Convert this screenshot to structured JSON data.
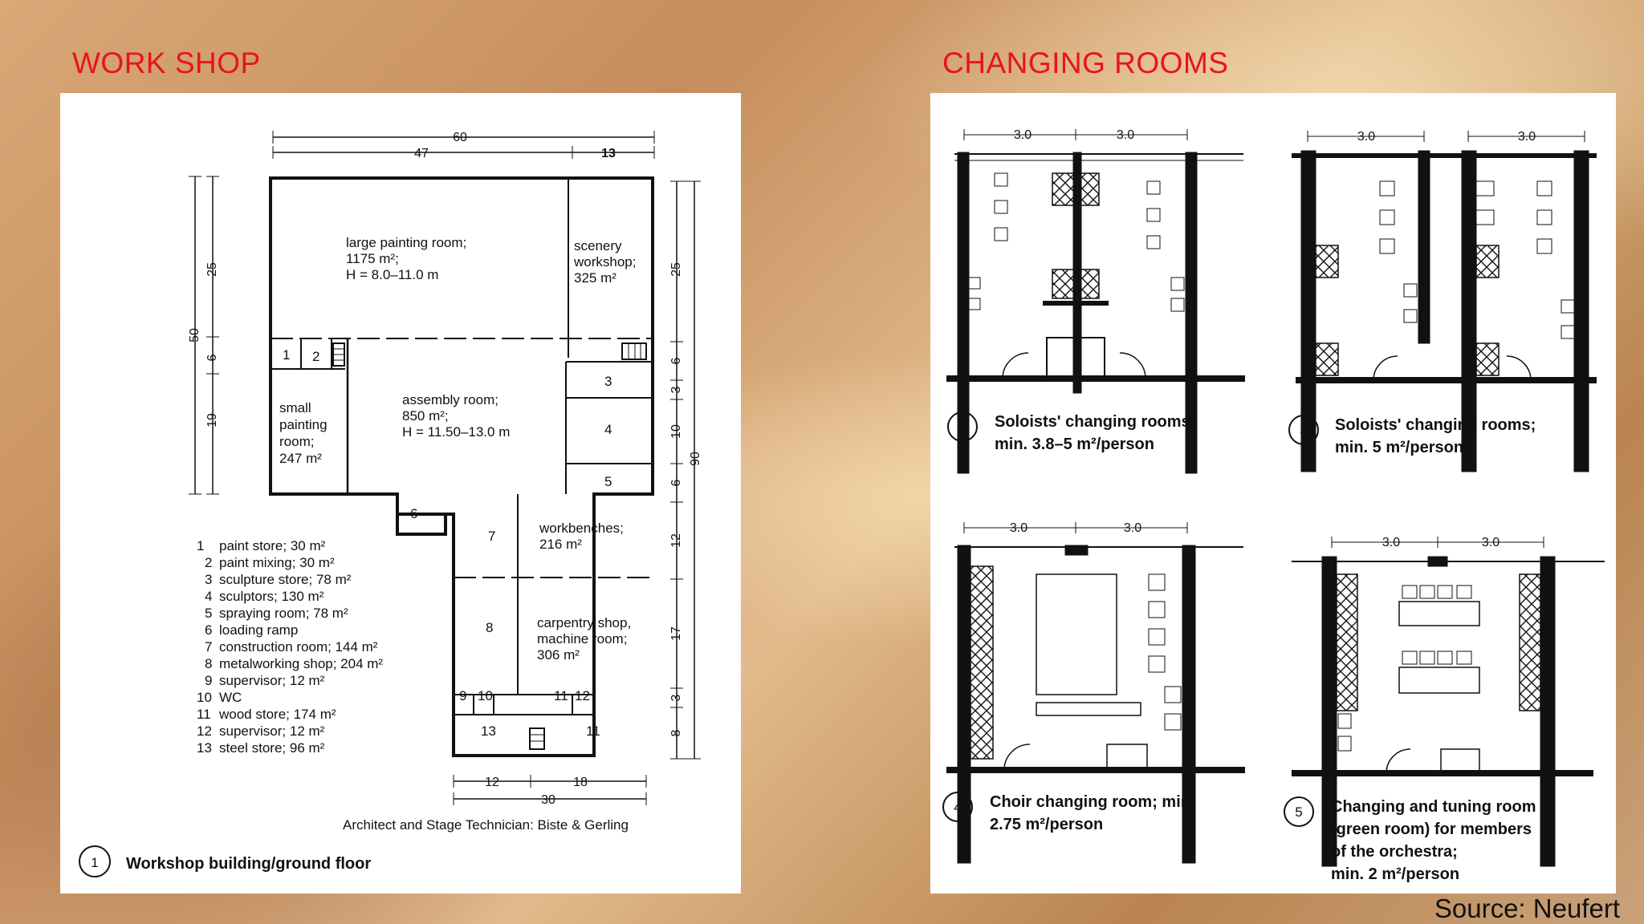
{
  "headings": {
    "workshop": "WORK SHOP",
    "changing": "CHANGING ROOMS"
  },
  "workshop": {
    "dims_top": {
      "total": "60",
      "left": "47",
      "right": "13"
    },
    "dims_left": {
      "total": "50",
      "a": "25",
      "b": "6",
      "c": "19"
    },
    "dims_right": {
      "total": "90",
      "a": "25",
      "b": "6",
      "c": "3",
      "d": "10",
      "e": "6",
      "f": "12",
      "g": "17",
      "h": "3",
      "i": "8"
    },
    "dims_bottom": {
      "total": "30",
      "left": "12",
      "right": "18"
    },
    "rooms": {
      "large_painting": [
        "large painting room;",
        "1175 m²;",
        "H = 8.0–11.0 m"
      ],
      "scenery": [
        "scenery",
        "workshop;",
        "325 m²"
      ],
      "assembly": [
        "assembly room;",
        "850 m²;",
        "H = 11.50–13.0 m"
      ],
      "small_painting": [
        "small",
        "painting",
        "room;",
        "247 m²"
      ],
      "workbenches": [
        "workbenches;",
        "216 m²"
      ],
      "carpentry": [
        "carpentry shop,",
        "machine room;",
        "306 m²"
      ]
    },
    "numbers": [
      "1",
      "2",
      "3",
      "4",
      "5",
      "6",
      "7",
      "8",
      "9",
      "10",
      "11",
      "12",
      "13"
    ],
    "legend": [
      "paint store; 30 m²",
      "paint mixing; 30 m²",
      "sculpture store; 78 m²",
      "sculptors; 130 m²",
      "spraying room; 78 m²",
      "loading ramp",
      "construction room; 144 m²",
      "metalworking shop; 204 m²",
      "supervisor; 12 m²",
      "WC",
      "wood store; 174 m²",
      "supervisor; 12 m²",
      "steel store; 96 m²"
    ],
    "credit": "Architect and Stage Technician: Biste & Gerling",
    "figure_num": "1",
    "caption": "Workshop building/ground floor"
  },
  "changing": {
    "dim": "3.0",
    "figures": [
      {
        "num": "2",
        "lines": [
          "Soloists' changing rooms;",
          "min. 3.8–5 m²/person"
        ]
      },
      {
        "num": "3",
        "lines": [
          "Soloists' changing rooms;",
          "min. 5 m²/person"
        ]
      },
      {
        "num": "4",
        "lines": [
          "Choir changing room; min.",
          "2.75 m²/person"
        ]
      },
      {
        "num": "5",
        "lines": [
          "Changing and tuning room",
          "(green room) for members",
          "of the orchestra;",
          "min. 2 m²/person"
        ]
      }
    ]
  },
  "source": "Source: Neufert"
}
